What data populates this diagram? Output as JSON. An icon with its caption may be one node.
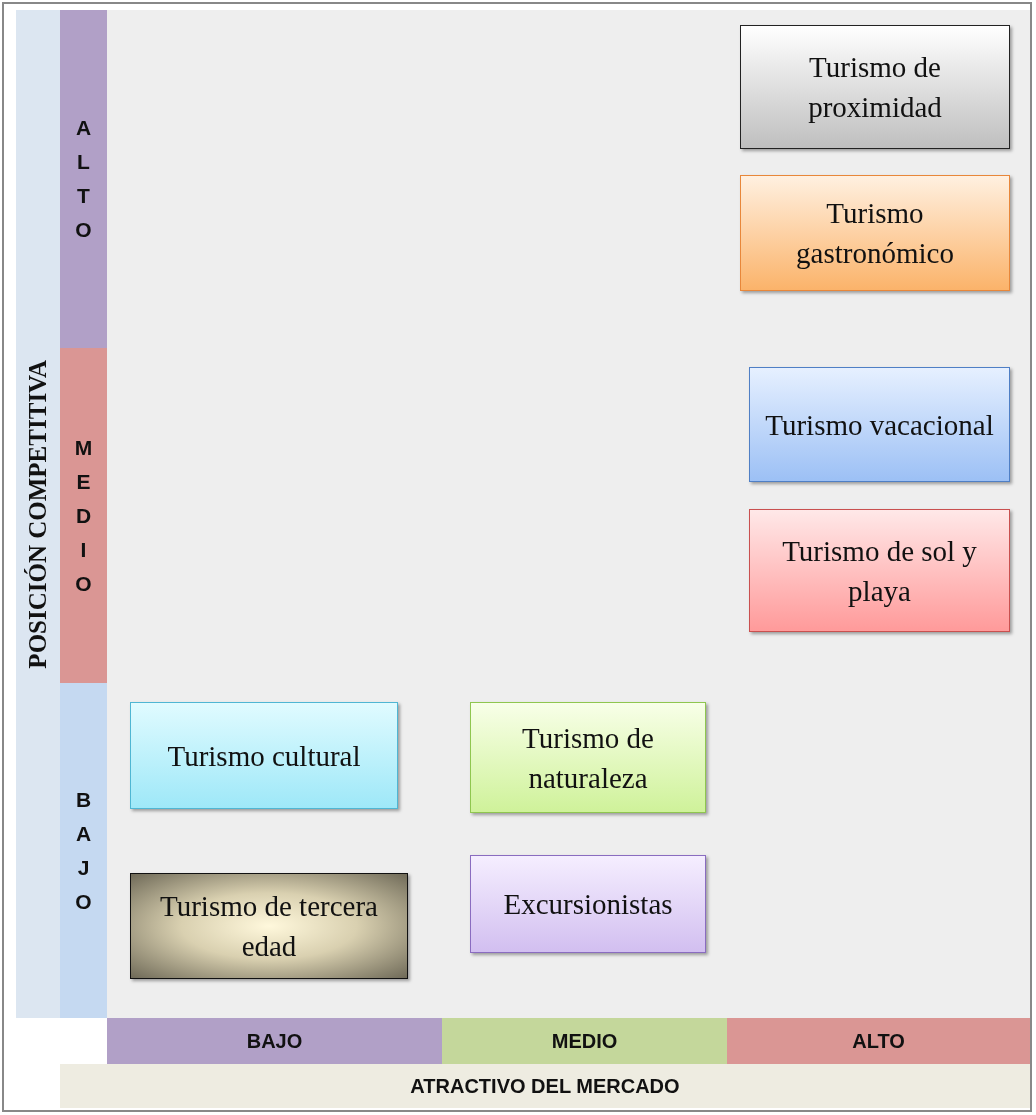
{
  "diagram": {
    "nodes": [
      {
        "text": [
          "POSICIÓN COMPETITIVA"
        ]
      },
      {
        "text": [
          "ALTO"
        ]
      },
      {
        "text": [
          "Turismo de proximidad"
        ]
      },
      {
        "text": [
          "Turismo gastronómico"
        ]
      },
      {
        "text": [
          "MEDIO"
        ]
      },
      {
        "text": [
          "Turismo vacacional"
        ]
      },
      {
        "text": [
          "Turismo de sol y playa"
        ]
      },
      {
        "text": [
          "BAJO"
        ]
      },
      {
        "text": [
          "Turismo cultural"
        ]
      },
      {
        "text": [
          "Turismo de naturaleza"
        ]
      },
      {
        "text": [
          "Turismo de tercera edad"
        ]
      },
      {
        "text": [
          "Excursionistas"
        ]
      },
      {
        "text": [
          "BAJO"
        ]
      },
      {
        "text": [
          "MEDIO"
        ]
      },
      {
        "text": [
          "ALTO"
        ]
      },
      {
        "text": [
          "ATRACTIVO DEL MERCADO"
        ]
      }
    ],
    "edges": []
  }
}
